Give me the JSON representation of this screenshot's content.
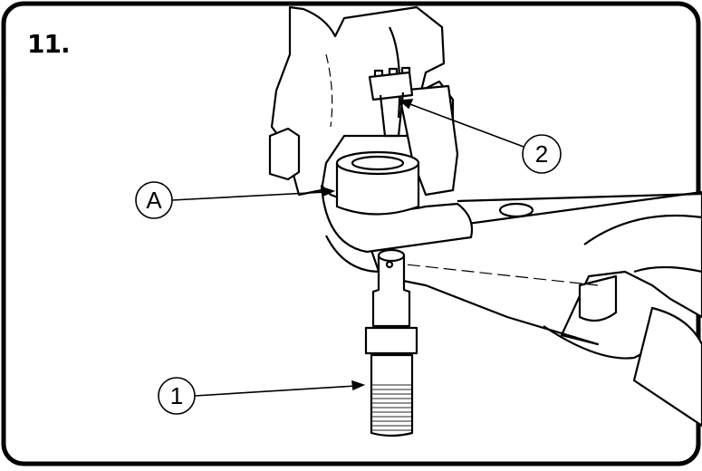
{
  "step": {
    "number": "11."
  },
  "callouts": [
    {
      "id": "A",
      "label": "A"
    },
    {
      "id": "1",
      "label": "1"
    },
    {
      "id": "2",
      "label": "2"
    }
  ],
  "colors": {
    "ink": "#000000",
    "paper": "#ffffff",
    "thread": "#6d6d6d"
  }
}
